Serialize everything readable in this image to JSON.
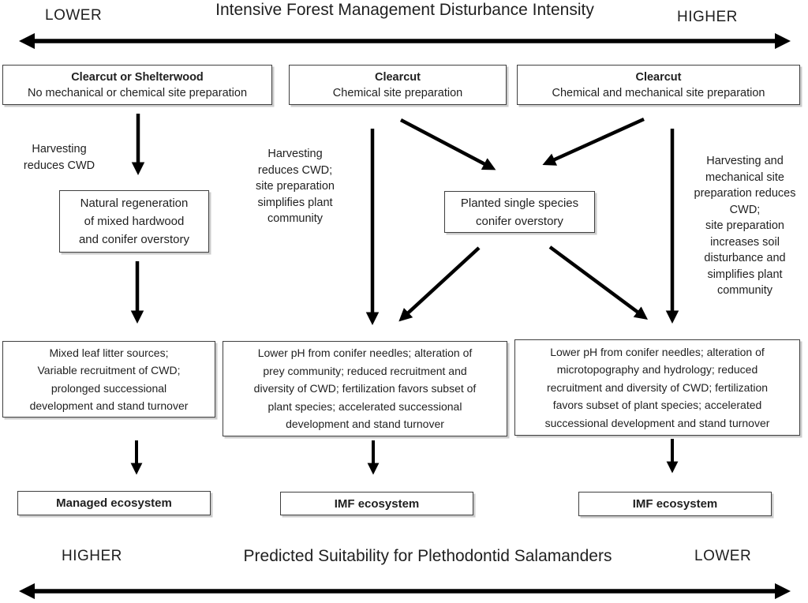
{
  "top_axis": {
    "left_label": "LOWER",
    "title": "Intensive Forest Management Disturbance Intensity",
    "right_label": "HIGHER"
  },
  "treatments": [
    {
      "title": "Clearcut or Shelterwood",
      "subtitle": "No mechanical or chemical site preparation"
    },
    {
      "title": "Clearcut",
      "subtitle": "Chemical site preparation"
    },
    {
      "title": "Clearcut",
      "subtitle": "Chemical and mechanical site preparation"
    }
  ],
  "process_labels": {
    "left": "Harvesting\nreduces CWD",
    "middle": "Harvesting\nreduces CWD;\nsite preparation\nsimplifies plant\ncommunity",
    "right": "Harvesting and\nmechanical site\npreparation reduces\nCWD;\nsite preparation\nincreases soil\ndisturbance and\nsimplifies plant\ncommunity"
  },
  "overstory_boxes": {
    "natural": "Natural regeneration\nof mixed hardwood\nand conifer overstory",
    "planted": "Planted single species\nconifer overstory"
  },
  "effect_boxes": [
    "Mixed leaf litter sources;\nVariable recruitment of CWD;\nprolonged successional\ndevelopment and stand turnover",
    "Lower pH from conifer needles; alteration of\nprey community; reduced recruitment and\ndiversity of CWD; fertilization favors subset of\nplant species; accelerated successional\ndevelopment and stand turnover",
    "Lower pH from conifer needles; alteration of\nmicrotopography and hydrology; reduced\nrecruitment and diversity of CWD; fertilization\nfavors subset of plant species; accelerated\nsuccessional development and stand turnover"
  ],
  "ecosystem_boxes": [
    "Managed ecosystem",
    "IMF ecosystem",
    "IMF ecosystem"
  ],
  "bottom_axis": {
    "left_label": "HIGHER",
    "title": "Predicted Suitability for Plethodontid Salamanders",
    "right_label": "LOWER"
  },
  "colors": {
    "ink": "#1f1f1f",
    "arrow": "#000000",
    "box_border": "#3f3f3f",
    "background": "#ffffff"
  }
}
